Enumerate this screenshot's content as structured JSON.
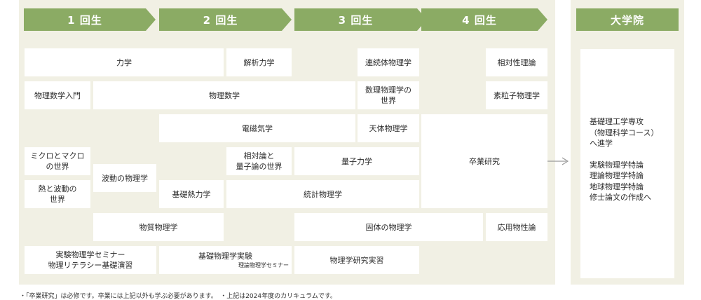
{
  "stages": {
    "year1": "1 回生",
    "year2": "2 回生",
    "year3": "3 回生",
    "year4": "4 回生",
    "graduate": "大学院"
  },
  "courses": {
    "mechanics": "力学",
    "analytical_mechanics": "解析力学",
    "continuum_physics": "連続体物理学",
    "relativity": "相対性理論",
    "intro_math_physics": "物理数学入門",
    "math_physics": "物理数学",
    "mathematical_physics_world": "数理物理学の\n世界",
    "particle_physics": "素粒子物理学",
    "electromagnetism": "電磁気学",
    "astrophysics": "天体物理学",
    "micro_macro_world": "ミクロとマクロ\nの世界",
    "relativity_quantum_world": "相対論と\n量子論の世界",
    "quantum_mechanics": "量子力学",
    "graduation_research": "卒業研究",
    "wave_physics": "波動の物理学",
    "heat_wave_world": "熱と波動の\n世界",
    "thermodynamics": "基礎熱力学",
    "statistical_physics": "統計物理学",
    "materials_physics": "物質物理学",
    "solid_state_physics": "固体の物理学",
    "applied_physics": "応用物性論",
    "lab_seminar": "実験物理学セミナー\n物理リテラシー基礎演習",
    "basic_lab": "基礎物理学実験",
    "theory_seminar": "理論物理学セミナー",
    "research_practice": "物理学研究実習"
  },
  "graduate_info": {
    "path": "基礎理工学専攻\n（物理科学コース）\nへ進学",
    "lectures": "実験物理学特論\n理論物理学特論\n地球物理学特論\n修士論文の作成へ"
  },
  "colors": {
    "stage": "#8bab64",
    "panel": "#f1f0e4",
    "cell": "#ffffff",
    "arrow": "#9a9a9a"
  },
  "footnote": "・「卒業研究」は必修です。卒業には上記以外も学ぶ必要があります。　・上記は2024年度のカリキュラムです。"
}
